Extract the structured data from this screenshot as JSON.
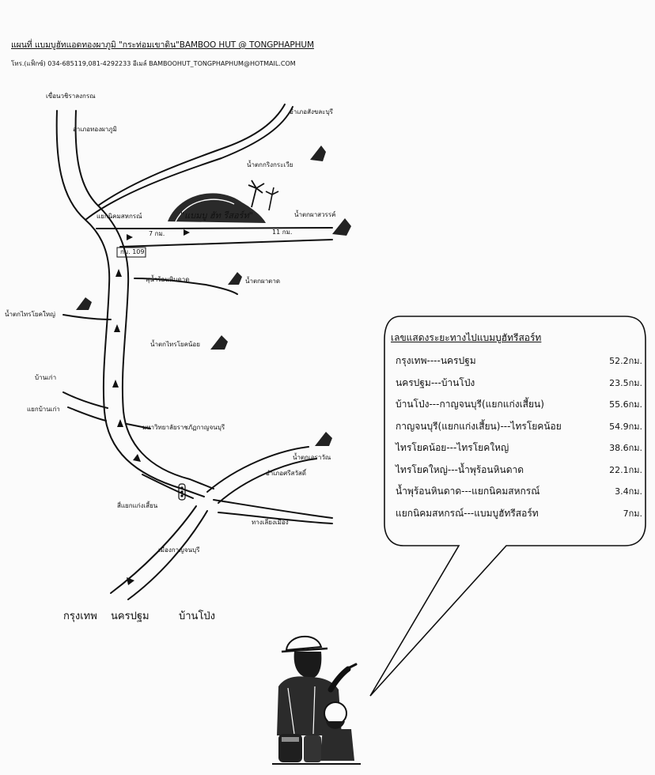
{
  "header": {
    "title": "แผนที่ แบมบูฮัทแอดทองผาภูมิ \"กระท่อมเขาดิน\"BAMBOO HUT @ TONGPHAPHUM",
    "contact": "โทร.(แฟ็กซ์) 034-685119,081-4292233  อีเมล์ BAMBOOHUT_TONGPHAPHUM@HOTMAIL.COM"
  },
  "map_labels": {
    "dam": "เขื่อนวชิราลงกรณ",
    "thongphaphum": "อำเภอทองผาภูมิ",
    "sangkhlaburi": "อำเภอสังขละบุรี",
    "kraeng_krawia": "น้ำตกกริงกระเวีย",
    "resort": "\"แบมบู ฮัท รีสอร์ท\"",
    "nikhom_junction": "แยกนิคมสหกรณ์",
    "pha_sawan": "น้ำตกผาสวรรค์",
    "km7": "7 กม.",
    "km11": "11 กม.",
    "km109": "กม. 109",
    "hotspring": "พุน้ำร้อนหินดาด",
    "pha_tat": "น้ำตกผาตาด",
    "sai_yok_yai": "น้ำตกไทรโยคใหญ่",
    "sai_yok_noi": "น้ำตกไทรโยคน้อย",
    "ban_kao": "บ้านเก่า",
    "ban_kao_junction": "แยกบ้านเก่า",
    "university": "มหาวิทยาลัยราชภัฏกาญจนบุรี",
    "erawan": "น้ำตกเอราวัณ",
    "si_sawat": "อำเภอศรีสวัสดิ์",
    "kaeng_sian": "สี่แยกแก่งเสี้ยน",
    "to_city": "ทางเลี่ยงเมือง",
    "kanchanaburi_city": "เมืองกาญจนบุรี"
  },
  "bottom_cities": [
    "กรุงเทพ",
    "นครปฐม",
    "บ้านโป่ง"
  ],
  "distance_table": {
    "title": "เลขแสดงระยะทางไปแบมบูฮัทรีสอร์ท",
    "rows": [
      {
        "route": "กรุงเทพ----นครปฐม",
        "distance": "52.2กม."
      },
      {
        "route": "นครปฐม---บ้านโป่ง",
        "distance": "23.5กม."
      },
      {
        "route": "บ้านโป่ง---กาญจนบุรี(แยกแก่งเสี้ยน)",
        "distance": "55.6กม."
      },
      {
        "route": "กาญจนบุรี(แยกแก่งเสี้ยน)---ไทรโยคน้อย",
        "distance": "54.9กม."
      },
      {
        "route": "ไทรโยคน้อย---ไทรโยคใหญ่",
        "distance": "38.6กม."
      },
      {
        "route": "ไทรโยคใหญ่---น้ำพุร้อนหินดาด",
        "distance": "22.1กม."
      },
      {
        "route": "น้ำพุร้อนหินดาด---แยกนิคมสหกรณ์",
        "distance": "3.4กม."
      },
      {
        "route": "แยกนิคมสหกรณ์---แบมบูฮัทรีสอร์ท",
        "distance": "7กม."
      }
    ]
  },
  "colors": {
    "ink": "#111111",
    "paper": "#fbfbfb"
  }
}
